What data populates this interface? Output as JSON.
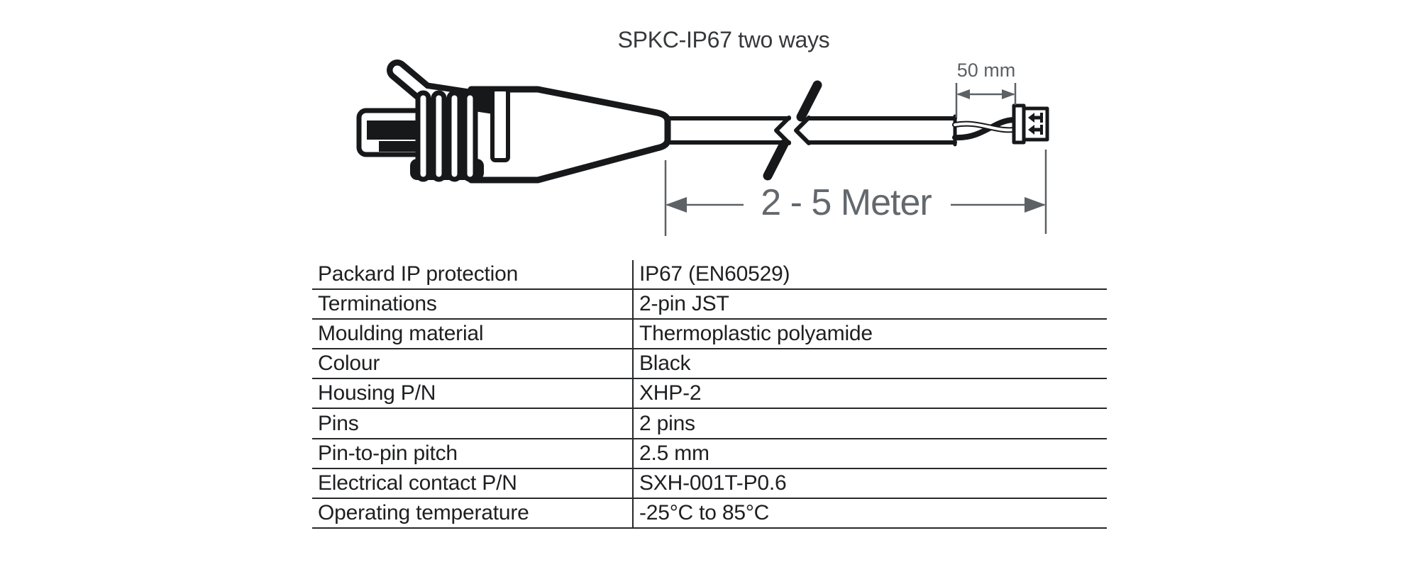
{
  "title": "SPKC-IP67 two ways",
  "diagram": {
    "dim_pigtail_label": "50 mm",
    "dim_length_label": "2 - 5 Meter"
  },
  "table": {
    "rows": [
      {
        "label": "Packard IP protection",
        "value": "IP67 (EN60529)"
      },
      {
        "label": "Terminations",
        "value": "2-pin JST"
      },
      {
        "label": "Moulding material",
        "value": "Thermoplastic polyamide"
      },
      {
        "label": "Colour",
        "value": "Black"
      },
      {
        "label": "Housing P/N",
        "value": "XHP-2"
      },
      {
        "label": "Pins",
        "value": "2 pins"
      },
      {
        "label": "Pin-to-pin pitch",
        "value": "2.5 mm"
      },
      {
        "label": "Electrical contact P/N",
        "value": "SXH-001T-P0.6"
      },
      {
        "label": "Operating temperature",
        "value": "-25°C to 85°C"
      }
    ]
  },
  "colors": {
    "ink": "#17181a",
    "dimension_gray": "#5c6166",
    "table_line": "#26282a",
    "text": "#1e1f21",
    "background": "#ffffff"
  }
}
